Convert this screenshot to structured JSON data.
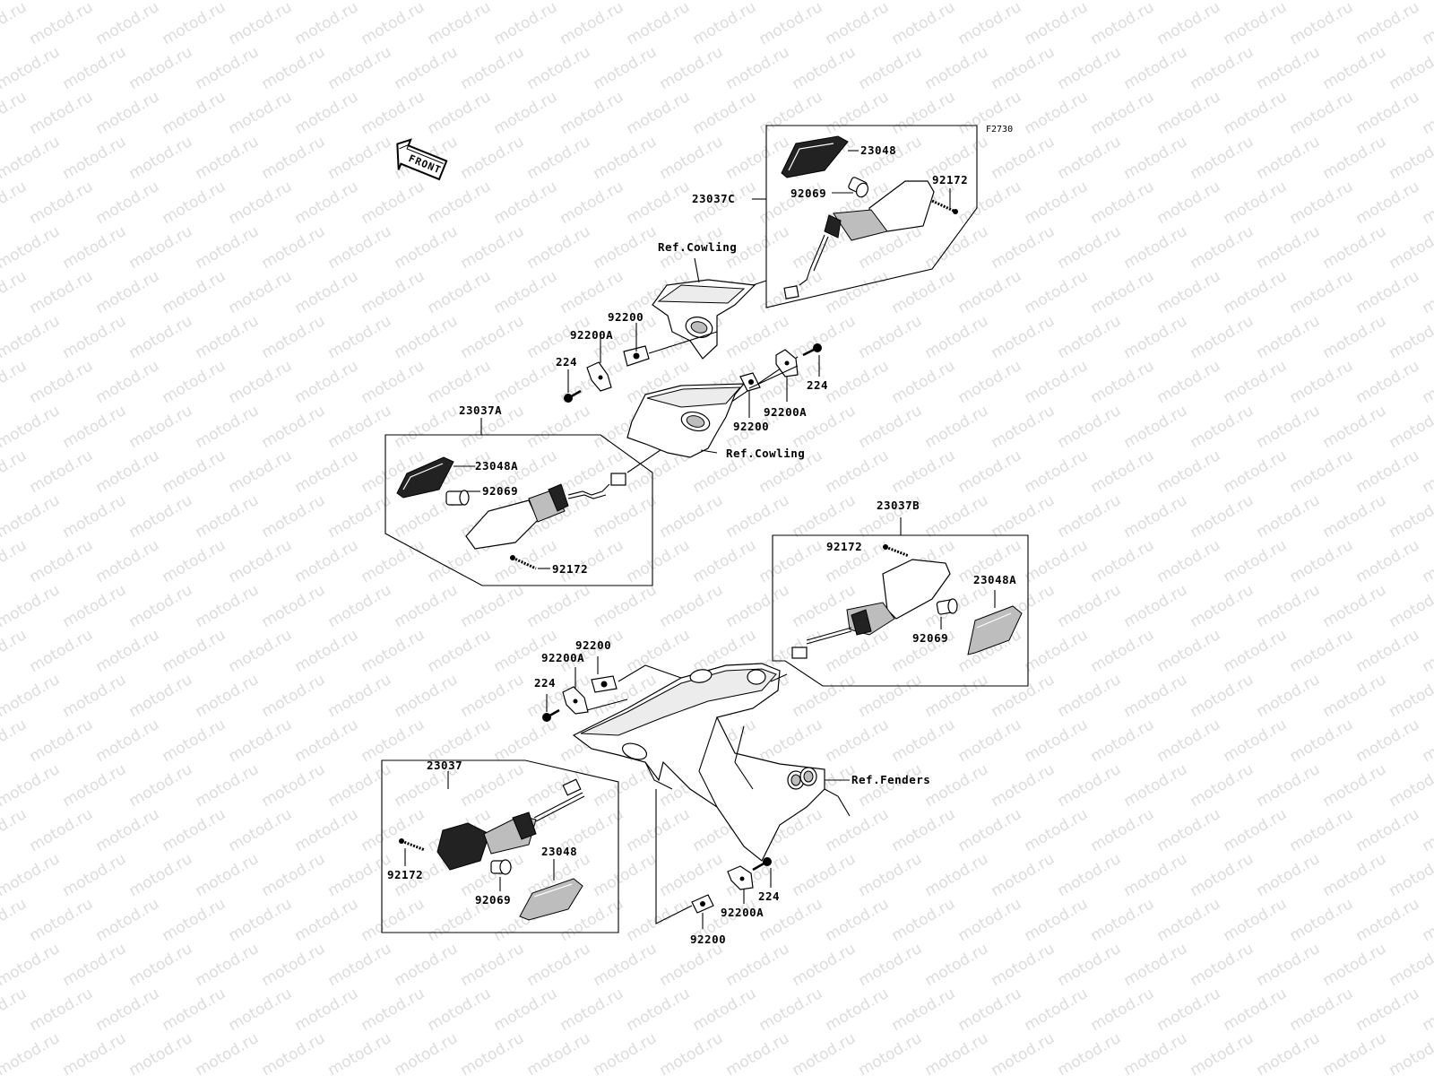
{
  "watermark": "motod.ru",
  "figure_code": "F2730",
  "front_label": "FRONT",
  "groups": {
    "upper_right": {
      "assembly": "23037C",
      "lens": "23048",
      "bulb": "92069",
      "screw": "92172",
      "ref": "Ref.Cowling",
      "seal": "92200",
      "bracket": "92200A",
      "bolt": "224"
    },
    "upper_left": {
      "assembly": "23037A",
      "lens": "23048A",
      "bulb": "92069",
      "screw": "92172",
      "ref": "Ref.Cowling",
      "seal": "92200",
      "bracket": "92200A",
      "bolt": "224"
    },
    "lower_right": {
      "assembly": "23037B",
      "lens": "23048A",
      "bulb": "92069",
      "screw": "92172",
      "ref": "Ref.Fenders",
      "seal": "92200",
      "bracket": "92200A",
      "bolt": "224"
    },
    "lower_left": {
      "assembly": "23037",
      "lens": "23048",
      "bulb": "92069",
      "screw": "92172",
      "seal": "92200",
      "bracket": "92200A",
      "bolt": "224"
    }
  }
}
